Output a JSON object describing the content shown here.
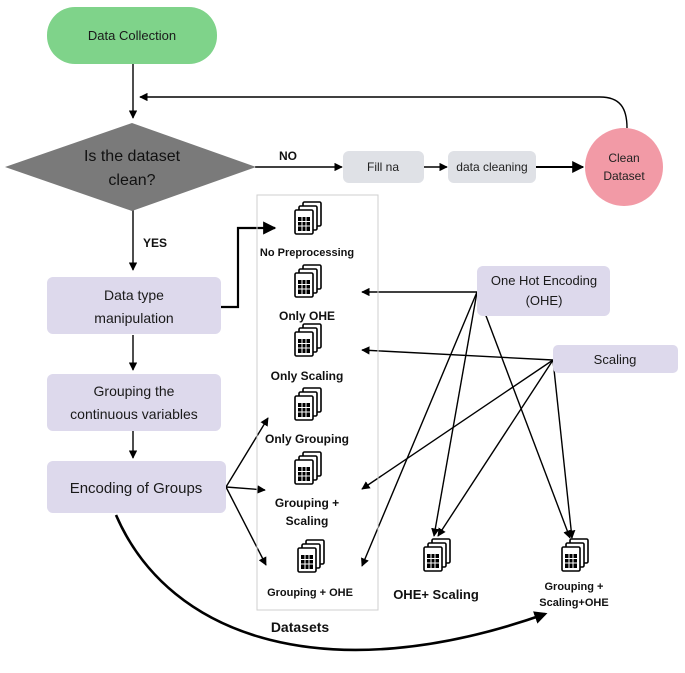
{
  "diagram": {
    "start": {
      "label": "Data Collection"
    },
    "decision": {
      "line1": "Is the dataset",
      "line2": "clean?"
    },
    "edge_no": "NO",
    "edge_yes": "YES",
    "fill_na": "Fill na",
    "data_cleaning": "data cleaning",
    "clean_dataset": {
      "line1": "Clean",
      "line2": "Dataset"
    },
    "data_type_manipulation": {
      "line1": "Data type",
      "line2": "manipulation"
    },
    "grouping_continuous": {
      "line1": "Grouping the",
      "line2": "continuous variables"
    },
    "encoding_groups": "Encoding of Groups",
    "one_hot_encoding": {
      "line1": "One Hot Encoding",
      "line2": "(OHE)"
    },
    "scaling": "Scaling",
    "datasets_title": "Datasets",
    "datasets": [
      {
        "line1": "No Preprocessing",
        "line2": ""
      },
      {
        "line1": "Only OHE",
        "line2": ""
      },
      {
        "line1": "Only Scaling",
        "line2": ""
      },
      {
        "line1": "Only Grouping",
        "line2": ""
      },
      {
        "line1": "Grouping +",
        "line2": "Scaling"
      },
      {
        "line1": "Grouping + OHE",
        "line2": ""
      }
    ],
    "ohe_scaling": "OHE+ Scaling",
    "grouping_scaling_ohe": {
      "line1": "Grouping +",
      "line2": "Scaling+OHE"
    },
    "colors": {
      "start_fill": "#7fd38a",
      "decision_fill": "#7a7a7a",
      "process_fill": "#ddd9ec",
      "small_process_fill": "#dfe1e6",
      "end_fill": "#f29aa6",
      "line": "#000000"
    }
  }
}
